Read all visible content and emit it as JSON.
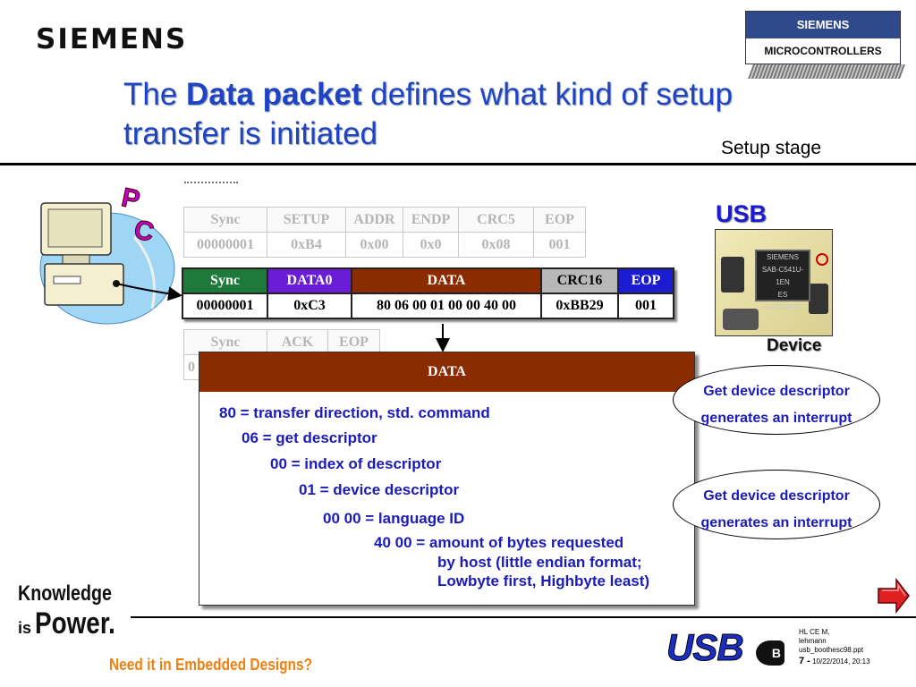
{
  "header": {
    "logo": "SIEMENS",
    "chip_badge": {
      "top": "SIEMENS",
      "bottom": "MICROCONTROLLERS"
    },
    "title_prefix": "The",
    "title_bold": "Data packet",
    "title_rest": "defines what kind of setup transfer is initiated",
    "subtitle": "Setup stage"
  },
  "pc": {
    "letter1": "P",
    "letter2": "C"
  },
  "token_packet": {
    "headers": [
      "Sync",
      "SETUP",
      "ADDR",
      "ENDP",
      "CRC5",
      "EOP"
    ],
    "values": [
      "00000001",
      "0xB4",
      "0x00",
      "0x0",
      "0x08",
      "001"
    ]
  },
  "data_packet": {
    "headers": [
      "Sync",
      "DATA0",
      "DATA",
      "CRC16",
      "EOP"
    ],
    "values": [
      "00000001",
      "0xC3",
      "80 06 00 01 00 00 40 00",
      "0xBB29",
      "001"
    ]
  },
  "handshake_packet": {
    "headers": [
      "Sync",
      "ACK",
      "EOP"
    ],
    "values": [
      "0"
    ]
  },
  "data_panel": {
    "title": "DATA",
    "lines": [
      "80 = transfer direction, std. command",
      "06 = get descriptor",
      "00 = index of descriptor",
      "01 = device descriptor",
      "00 00 = language ID",
      "40 00 = amount of bytes requested",
      "by host  (little endian format;",
      "Lowbyte first, Highbyte least)"
    ]
  },
  "callouts": [
    {
      "line1": "Get device descriptor",
      "line2": "generates an interrupt"
    },
    {
      "line1": "Get device descriptor",
      "line2": "generates an interrupt"
    }
  ],
  "device": {
    "usb_label": "USB",
    "chip_text": [
      "SIEMENS",
      "SAB-C541U-1EN",
      "ES",
      "GERMANY"
    ],
    "label": "Device"
  },
  "footer": {
    "knowledge": "Knowledge",
    "is": "is",
    "power": "Power.",
    "tagline": "Need it in Embedded Designs?",
    "usb_logo": "USB",
    "usb_logo_b": "B",
    "meta_lines": [
      "HL CE M,",
      "lehmann",
      "usb_boothesc98.ppt"
    ],
    "page_num": "7 -",
    "page_date": "10/22/2014, 20:13"
  },
  "colors": {
    "title_blue": "#1f43c2",
    "sync_green": "#1e7a3a",
    "data0_purple": "#6a1cd6",
    "data_brown": "#8b2b00",
    "crc_gray": "#b8b8b8",
    "eop_blue": "#1b1bd0",
    "text_blue": "#1b1bb8",
    "tagline_orange": "#f08010",
    "arrow_red": "#e02020"
  }
}
